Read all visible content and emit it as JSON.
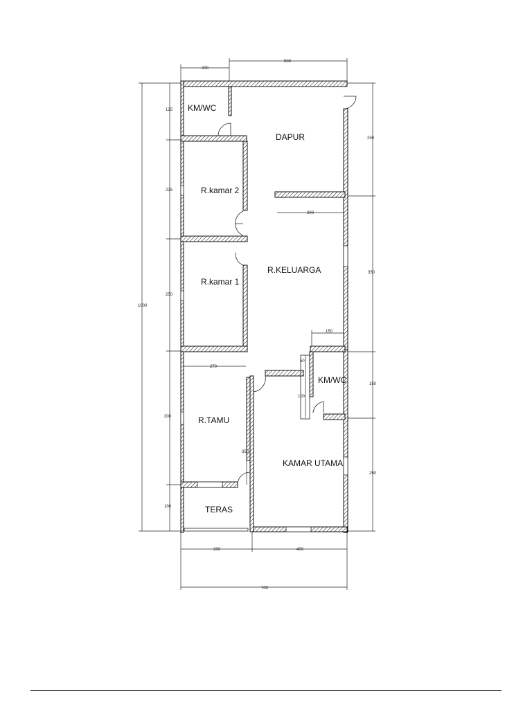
{
  "rooms": {
    "kmwc_top": "KM/WC",
    "dapur": "DAPUR",
    "kamar2": "R.kamar 2",
    "kamar1": "R.kamar 1",
    "keluarga": "R.KELUARGA",
    "kmwc_right": "KM/WC",
    "tamu": "R.TAMU",
    "kamar_utama": "KAMAR UTAMA",
    "teras": "TERAS"
  },
  "dimensions": {
    "top_left": "200",
    "top_right": "500",
    "left_total": "1000",
    "left_kmwc": "125",
    "left_kamar2": "225",
    "left_kamar1": "250",
    "left_tamu": "300",
    "left_teras": "100",
    "right_dapur": "250",
    "right_keluarga": "350",
    "right_kmwc": "150",
    "right_utama": "250",
    "interior_dapur": "300",
    "interior_kamar": "270",
    "interior_kmwc_width": "150",
    "interior_kmwc_50": "50",
    "interior_kmwc_100": "100",
    "interior_tamu": "350",
    "bottom_left": "200",
    "bottom_right": "400",
    "bottom_total": "700"
  }
}
